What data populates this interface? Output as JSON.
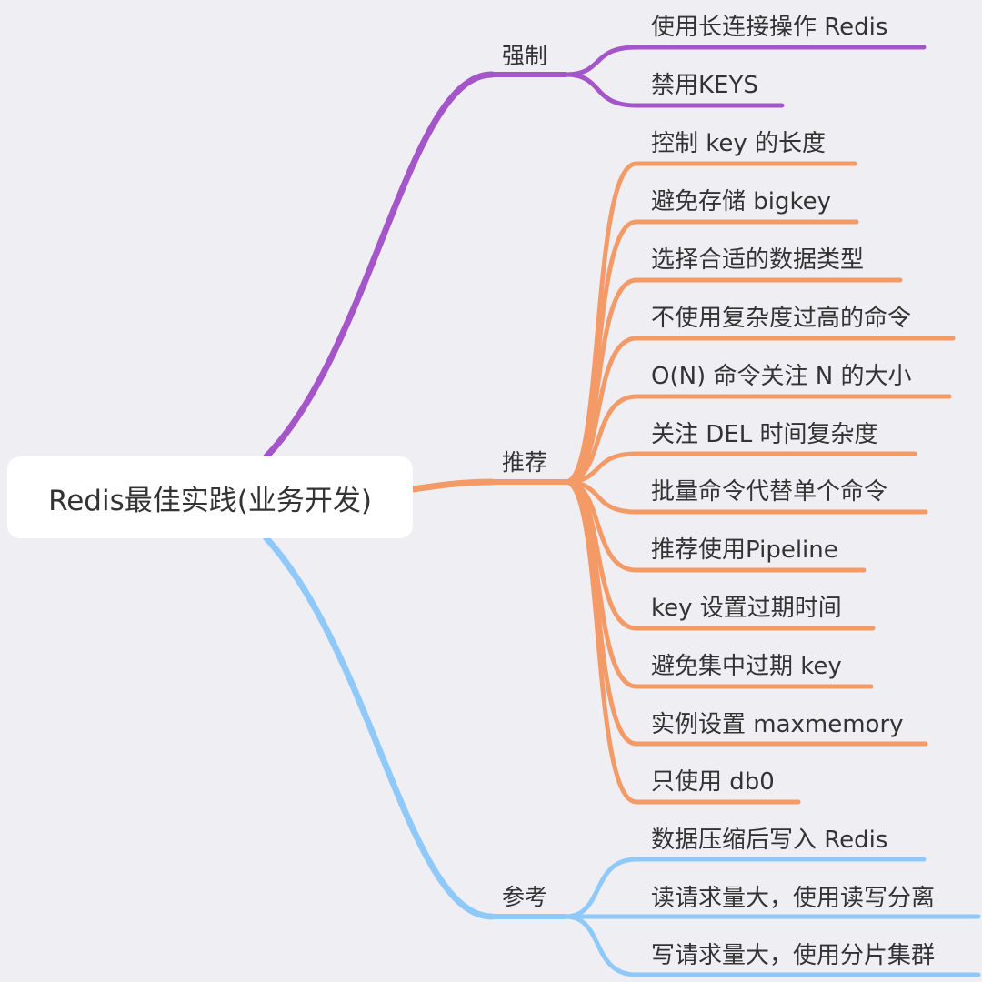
{
  "root": {
    "label": "Redis最佳实践(业务开发)"
  },
  "colors": {
    "background": "#efeef3",
    "mandatory": "#a355c9",
    "recommended": "#f39a66",
    "reference": "#8ec9f9"
  },
  "branches": [
    {
      "id": "mandatory",
      "label": "强制",
      "color": "#a355c9",
      "items": [
        "使用长连接操作 Redis",
        "禁用KEYS"
      ]
    },
    {
      "id": "recommended",
      "label": "推荐",
      "color": "#f39a66",
      "items": [
        "控制 key 的长度",
        "避免存储 bigkey",
        "选择合适的数据类型",
        "不使用复杂度过高的命令",
        "O(N) 命令关注 N 的大小",
        "关注 DEL 时间复杂度",
        "批量命令代替单个命令",
        "推荐使用Pipeline",
        "key 设置过期时间",
        "避免集中过期 key",
        "实例设置 maxmemory",
        "只使用 db0"
      ]
    },
    {
      "id": "reference",
      "label": "参考",
      "color": "#8ec9f9",
      "items": [
        "数据压缩后写入 Redis",
        "读请求量大，使用读写分离",
        "写请求量大，使用分片集群"
      ]
    }
  ]
}
